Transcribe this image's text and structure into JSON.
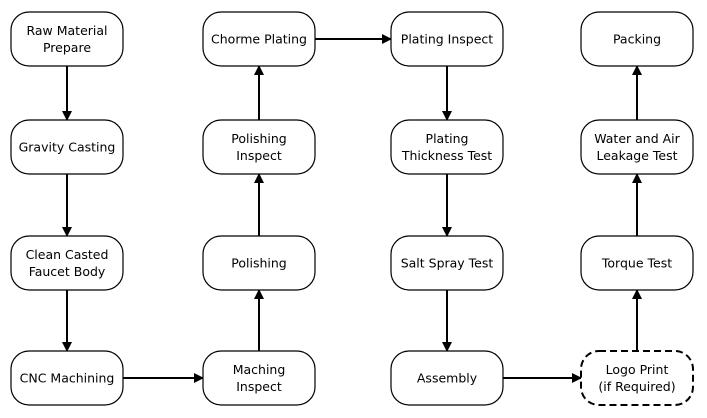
{
  "diagram": {
    "nodes": [
      {
        "id": "raw-material-prepare",
        "lines": [
          "Raw Material",
          "Prepare"
        ],
        "style": "solid"
      },
      {
        "id": "gravity-casting",
        "lines": [
          "Gravity Casting"
        ],
        "style": "solid"
      },
      {
        "id": "clean-casted-faucet-body",
        "lines": [
          "Clean Casted",
          "Faucet Body"
        ],
        "style": "solid"
      },
      {
        "id": "cnc-machining",
        "lines": [
          "CNC Machining"
        ],
        "style": "solid"
      },
      {
        "id": "maching-inspect",
        "lines": [
          "Maching",
          "Inspect"
        ],
        "style": "solid"
      },
      {
        "id": "polishing",
        "lines": [
          "Polishing"
        ],
        "style": "solid"
      },
      {
        "id": "polishing-inspect",
        "lines": [
          "Polishing",
          "Inspect"
        ],
        "style": "solid"
      },
      {
        "id": "chorme-plating",
        "lines": [
          "Chorme Plating"
        ],
        "style": "solid"
      },
      {
        "id": "plating-inspect",
        "lines": [
          "Plating Inspect"
        ],
        "style": "solid"
      },
      {
        "id": "plating-thickness-test",
        "lines": [
          "Plating",
          "Thickness Test"
        ],
        "style": "solid"
      },
      {
        "id": "salt-spray-test",
        "lines": [
          "Salt Spray Test"
        ],
        "style": "solid"
      },
      {
        "id": "assembly",
        "lines": [
          "Assembly"
        ],
        "style": "solid"
      },
      {
        "id": "logo-print",
        "lines": [
          "Logo Print",
          "(if Required)"
        ],
        "style": "dashed"
      },
      {
        "id": "torque-test",
        "lines": [
          "Torque Test"
        ],
        "style": "solid"
      },
      {
        "id": "water-and-air-leakage-test",
        "lines": [
          "Water and Air",
          "Leakage Test"
        ],
        "style": "solid"
      },
      {
        "id": "packing",
        "lines": [
          "Packing"
        ],
        "style": "solid"
      }
    ],
    "edges": [
      {
        "from": "raw-material-prepare",
        "to": "gravity-casting"
      },
      {
        "from": "gravity-casting",
        "to": "clean-casted-faucet-body"
      },
      {
        "from": "clean-casted-faucet-body",
        "to": "cnc-machining"
      },
      {
        "from": "cnc-machining",
        "to": "maching-inspect"
      },
      {
        "from": "maching-inspect",
        "to": "polishing"
      },
      {
        "from": "polishing",
        "to": "polishing-inspect"
      },
      {
        "from": "polishing-inspect",
        "to": "chorme-plating"
      },
      {
        "from": "chorme-plating",
        "to": "plating-inspect"
      },
      {
        "from": "plating-inspect",
        "to": "plating-thickness-test"
      },
      {
        "from": "plating-thickness-test",
        "to": "salt-spray-test"
      },
      {
        "from": "salt-spray-test",
        "to": "assembly"
      },
      {
        "from": "assembly",
        "to": "logo-print"
      },
      {
        "from": "logo-print",
        "to": "torque-test"
      },
      {
        "from": "torque-test",
        "to": "water-and-air-leakage-test"
      },
      {
        "from": "water-and-air-leakage-test",
        "to": "packing"
      }
    ],
    "colors": {
      "stroke": "#000000",
      "fill": "#ffffff",
      "text": "#000000"
    }
  }
}
